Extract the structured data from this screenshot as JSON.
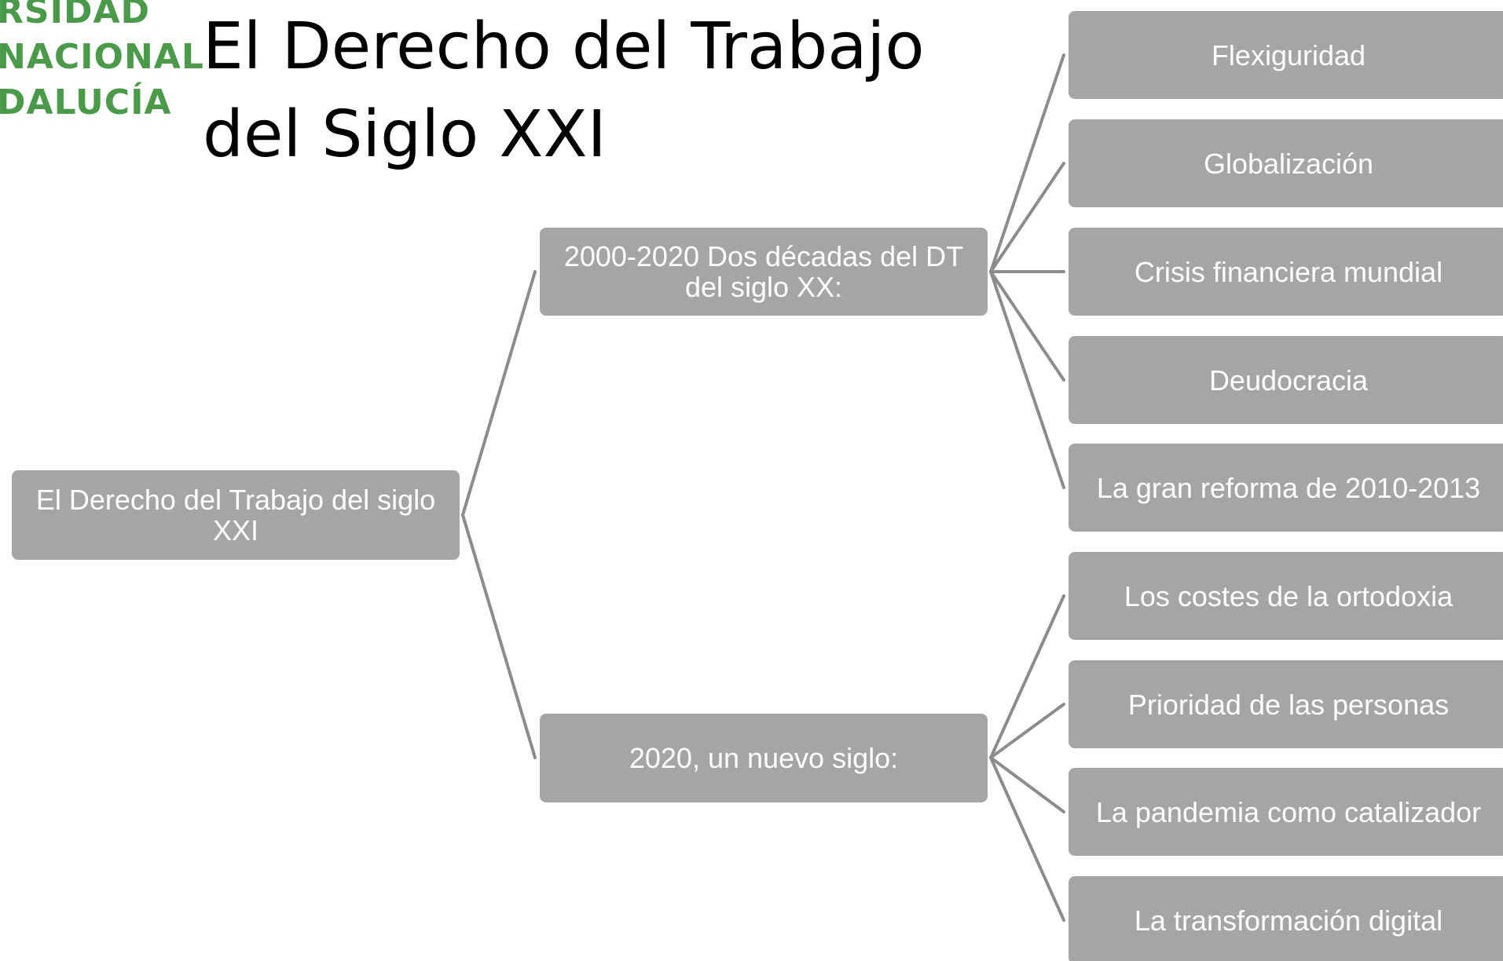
{
  "logo": {
    "lines": [
      "RSIDAD",
      "NACIONAL",
      "DALUCÍA"
    ],
    "color": "#4a9a4a"
  },
  "title": "El Derecho del Trabajo del Siglo XXI",
  "diagram": {
    "node_color": "#a5a5a5",
    "connector_color": "#8c8c8c",
    "root": "El Derecho del Trabajo del siglo XXI",
    "branches": [
      {
        "label": "2000-2020 Dos décadas del DT del siglo XX:",
        "children": [
          "Flexiguridad",
          "Globalización",
          "Crisis financiera mundial",
          "Deudocracia",
          "La gran reforma de 2010-2013"
        ]
      },
      {
        "label": "2020, un nuevo siglo:",
        "children": [
          "Los costes de la ortodoxia",
          "Prioridad de las personas",
          "La pandemia como catalizador",
          "La transformación digital"
        ]
      }
    ]
  }
}
